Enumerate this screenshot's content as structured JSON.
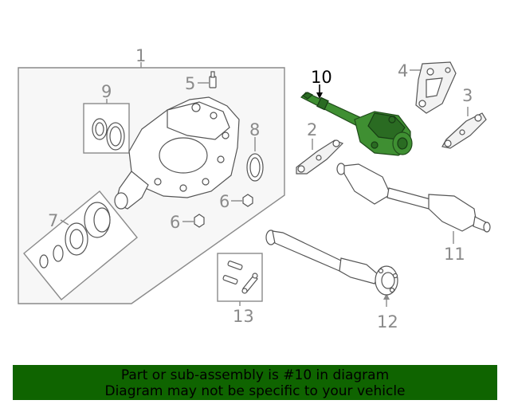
{
  "callouts": {
    "c1": "1",
    "c2": "2",
    "c3": "3",
    "c4": "4",
    "c5": "5",
    "c6a": "6",
    "c6b": "6",
    "c7": "7",
    "c8": "8",
    "c9": "9",
    "c10": "10",
    "c11": "11",
    "c12": "12",
    "c13": "13"
  },
  "highlight_part": "10",
  "colors": {
    "highlight_part": "#3f8f32",
    "banner": "#0f6400",
    "callout": "#8a8a8a"
  },
  "banner": {
    "line1": "Part or sub-assembly is #10 in diagram",
    "line2": "Diagram may not be specific to your vehicle"
  }
}
